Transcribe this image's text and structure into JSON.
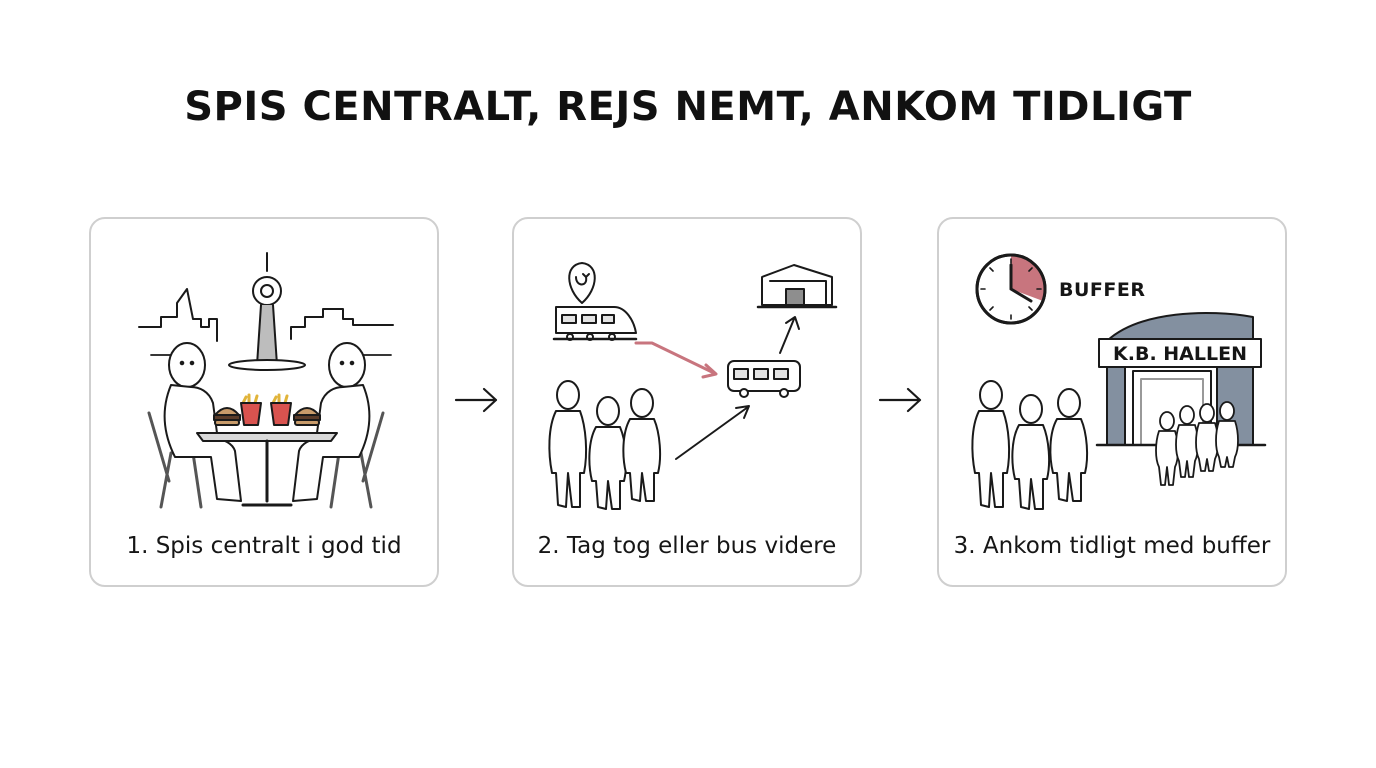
{
  "title": "SPIS CENTRALT, REJS NEMT, ANKOM TIDLIGT",
  "steps": [
    {
      "caption": "1. Spis centralt i god tid"
    },
    {
      "caption": "2. Tag tog eller bus videre"
    },
    {
      "caption": "3. Ankom tidligt med buffer"
    }
  ],
  "labels": {
    "buffer": "BUFFER",
    "venue": "K.B. HALLEN"
  },
  "colors": {
    "accent": "#c8757e",
    "building": "#8390a0",
    "stroke": "#1a1a1a",
    "border": "#cfcfcf"
  },
  "icons": {
    "step1": [
      "city-skyline-icon",
      "tv-tower-icon",
      "person-icon",
      "table-icon",
      "burger-icon",
      "fries-icon",
      "chair-icon"
    ],
    "step2": [
      "location-pin-icon",
      "train-icon",
      "bus-icon",
      "building-icon",
      "person-icon"
    ],
    "step3": [
      "clock-icon",
      "arena-icon",
      "person-icon"
    ],
    "connector": "right-arrow-icon"
  }
}
